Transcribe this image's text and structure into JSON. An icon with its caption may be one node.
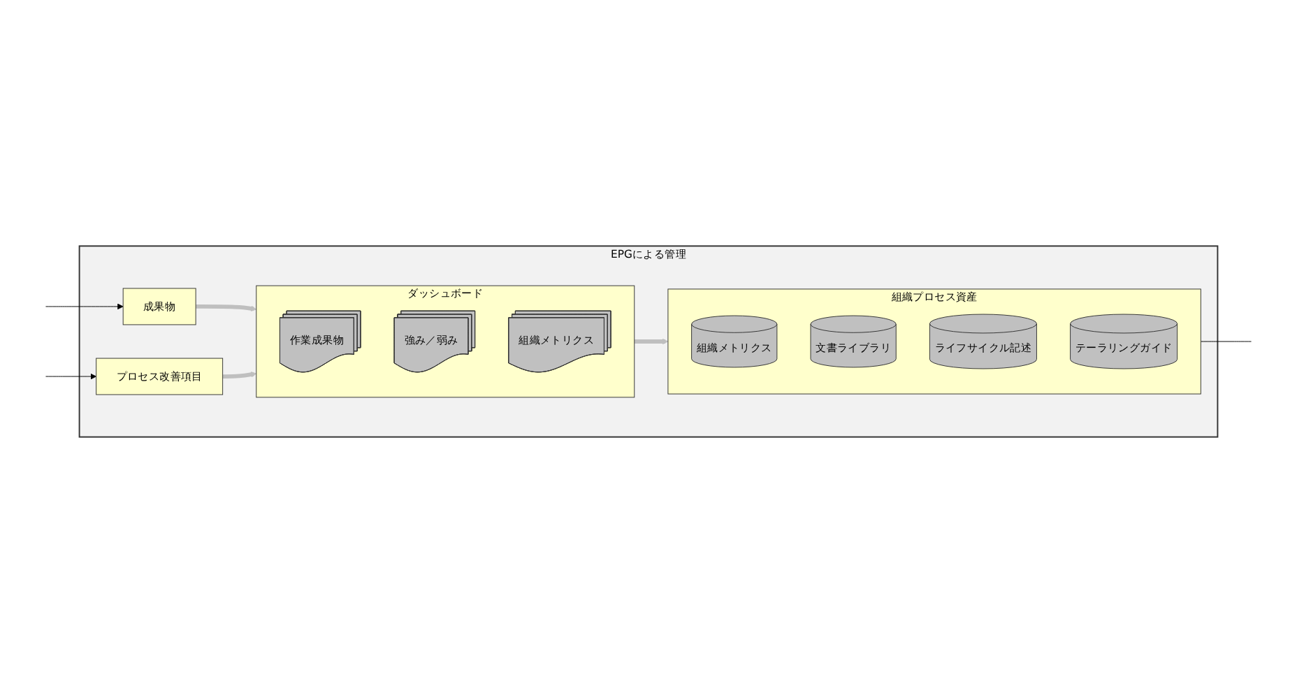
{
  "diagram": {
    "nodes": [
      {
        "text": [
          "EPGによる管理"
        ]
      },
      {
        "text": [
          "成果物"
        ],
        "in": 0
      },
      {
        "text": [
          "プロセス改善項目"
        ],
        "in": 0
      },
      {
        "text": [
          "ダッシュボード"
        ],
        "in": 0
      },
      {
        "text": [
          "作業成果物"
        ],
        "in": 3
      },
      {
        "text": [
          "強み／弱み"
        ],
        "in": 3
      },
      {
        "text": [
          "組織メトリクス"
        ],
        "in": 3
      },
      {
        "text": [
          "組織プロセス資産"
        ],
        "in": 0
      },
      {
        "text": [
          "組織メトリクス"
        ],
        "in": 7
      },
      {
        "text": [
          "文書ライブラリ"
        ],
        "in": 7
      },
      {
        "text": [
          "ライフサイクル記述"
        ],
        "in": 7
      },
      {
        "text": [
          "テーラリングガイド"
        ],
        "in": 7
      }
    ],
    "edges": [
      {
        "from": null,
        "to": 1,
        "arrow": "to"
      },
      {
        "from": null,
        "to": 2,
        "arrow": "to"
      },
      {
        "from": 1,
        "to": 3,
        "arrow": "to",
        "style": "thick",
        "color": "#bfbfbf"
      },
      {
        "from": 2,
        "to": 3,
        "arrow": "to",
        "style": "thick",
        "color": "#bfbfbf"
      },
      {
        "from": 3,
        "to": 7,
        "arrow": "to",
        "style": "thick",
        "color": "#bfbfbf"
      },
      {
        "from": 7,
        "to": null,
        "arrow": "none"
      }
    ]
  }
}
